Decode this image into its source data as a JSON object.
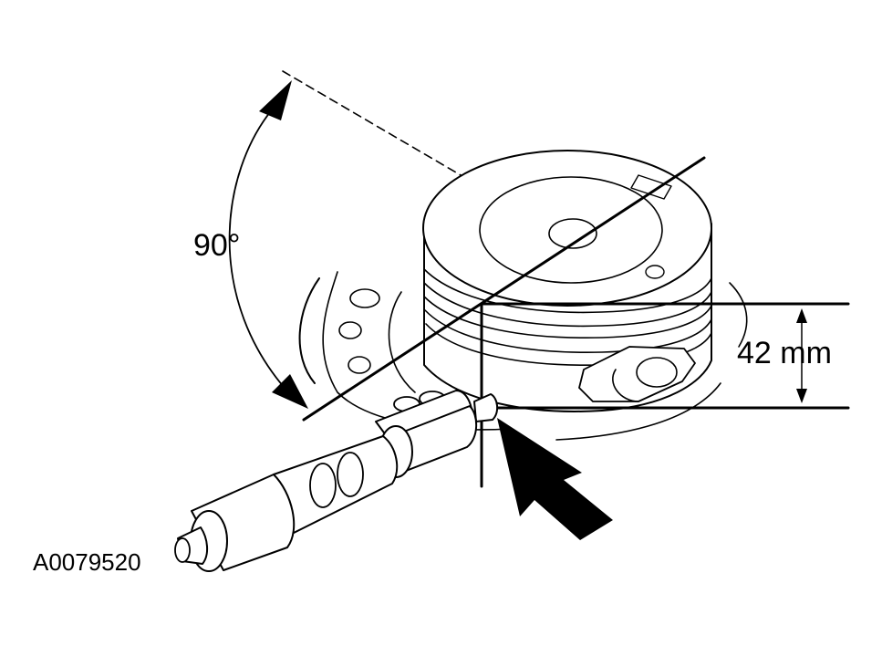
{
  "annotations": {
    "angle": "90°",
    "dimension": "42 mm",
    "reference_code": "A0079520"
  },
  "colors": {
    "line": "#000000",
    "background": "#ffffff"
  }
}
